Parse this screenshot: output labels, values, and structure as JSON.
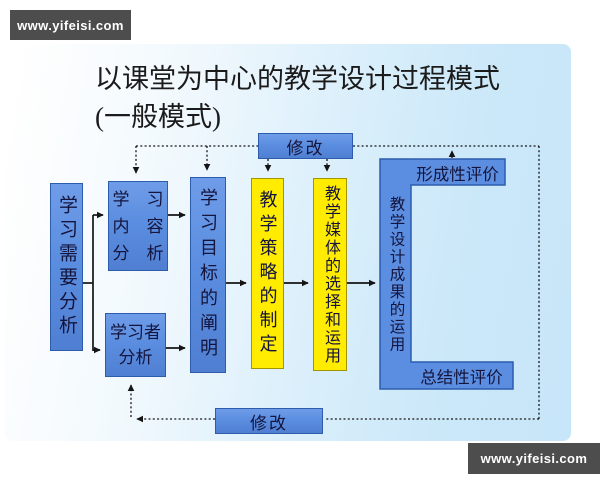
{
  "watermarks": {
    "top": "www.yifeisi.com",
    "bottom": "www.yifeisi.com"
  },
  "title": {
    "line1": "以课堂为中心的教学设计过程模式",
    "line2": "(一般模式)"
  },
  "nodes": {
    "needs": {
      "label": "学习需要分析"
    },
    "content": {
      "label": "学　习\n内　容\n分　析"
    },
    "learner": {
      "label": "学习者\n分析"
    },
    "objective": {
      "label": "学习目标的阐明"
    },
    "strategy": {
      "label": "教学策略的制定"
    },
    "media": {
      "label": "教学媒体的选择和运用"
    },
    "outcome": {
      "label": "教学设计成果的运用"
    },
    "formative": {
      "label": "形成性评价"
    },
    "summative": {
      "label": "总结性评价"
    },
    "revise_top": {
      "label": "修改"
    },
    "revise_bottom": {
      "label": "修改"
    }
  },
  "colors": {
    "node_blue": "#5b8ee0",
    "node_blue_border": "#2d5cac",
    "node_yellow": "#ffec00",
    "node_yellow_border": "#a39500",
    "connector": "#151515",
    "slide_blue": "#cbe8f9",
    "watermark_bg": "#4d4d4d"
  }
}
